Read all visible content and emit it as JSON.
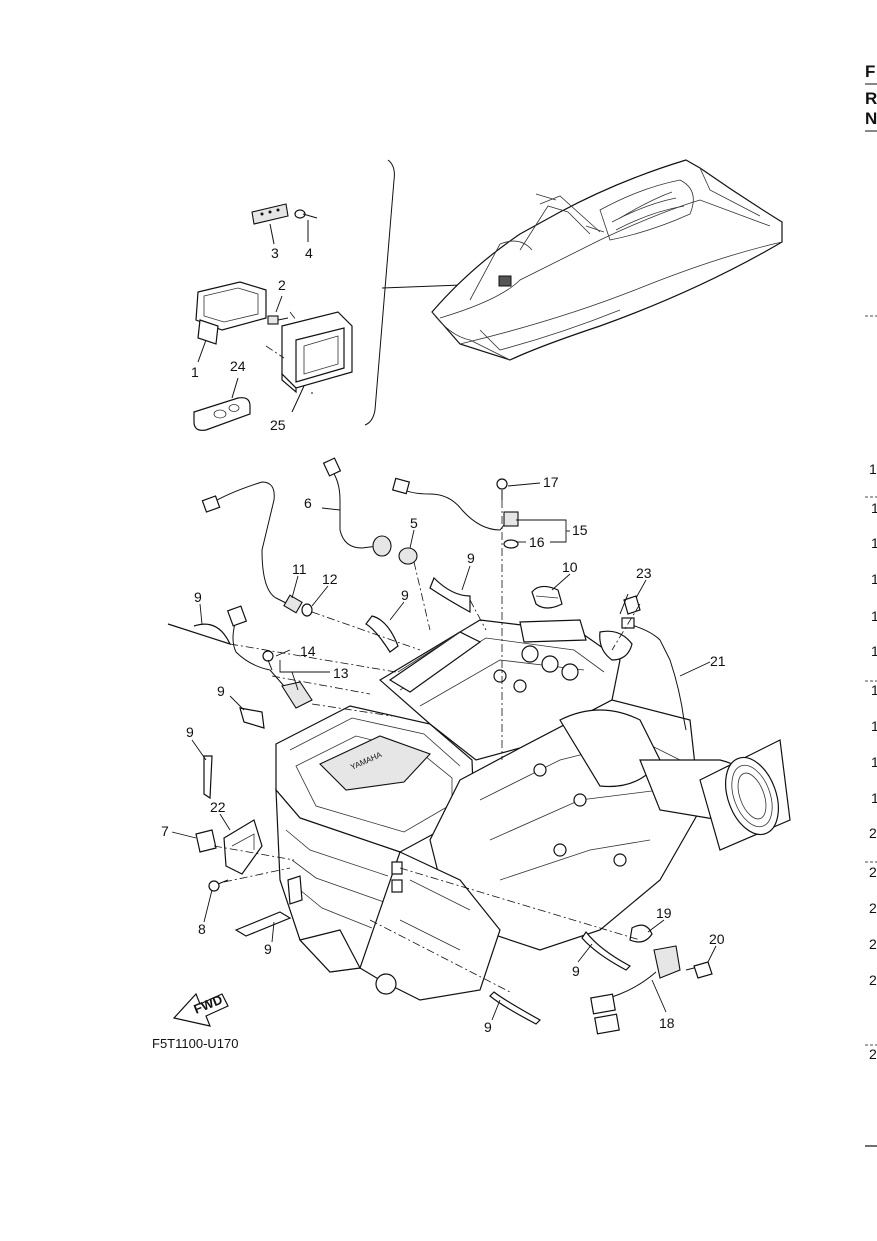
{
  "drawing_code": "F5T1100-U170",
  "fwd_label": "FWD",
  "callouts": [
    {
      "id": "c1",
      "text": "1"
    },
    {
      "id": "c2",
      "text": "2"
    },
    {
      "id": "c3",
      "text": "3"
    },
    {
      "id": "c4",
      "text": "4"
    },
    {
      "id": "c24",
      "text": "24"
    },
    {
      "id": "c25",
      "text": "25"
    },
    {
      "id": "c17",
      "text": "17"
    },
    {
      "id": "c15",
      "text": "15"
    },
    {
      "id": "c16",
      "text": "16"
    },
    {
      "id": "c6",
      "text": "6"
    },
    {
      "id": "c5",
      "text": "5"
    },
    {
      "id": "c9a",
      "text": "9"
    },
    {
      "id": "c10",
      "text": "10"
    },
    {
      "id": "c23",
      "text": "23"
    },
    {
      "id": "c11",
      "text": "11"
    },
    {
      "id": "c12",
      "text": "12"
    },
    {
      "id": "c9b",
      "text": "9"
    },
    {
      "id": "c9c",
      "text": "9"
    },
    {
      "id": "c21",
      "text": "21"
    },
    {
      "id": "c14",
      "text": "14"
    },
    {
      "id": "c13",
      "text": "13"
    },
    {
      "id": "c9d",
      "text": "9"
    },
    {
      "id": "c9e",
      "text": "9"
    },
    {
      "id": "c22",
      "text": "22"
    },
    {
      "id": "c7",
      "text": "7"
    },
    {
      "id": "c8",
      "text": "8"
    },
    {
      "id": "c9f",
      "text": "9"
    },
    {
      "id": "c19",
      "text": "19"
    },
    {
      "id": "c20",
      "text": "20"
    },
    {
      "id": "c9g",
      "text": "9"
    },
    {
      "id": "c18",
      "text": "18"
    },
    {
      "id": "c9h",
      "text": "9"
    }
  ],
  "right_edge": {
    "header_letters": [
      "F",
      "R",
      "N"
    ],
    "row_fragments": [
      "1",
      "1",
      "1",
      "1",
      "1",
      "1",
      "1",
      "1",
      "1",
      "1",
      "2",
      "2",
      "2",
      "2",
      "2",
      "2"
    ]
  }
}
